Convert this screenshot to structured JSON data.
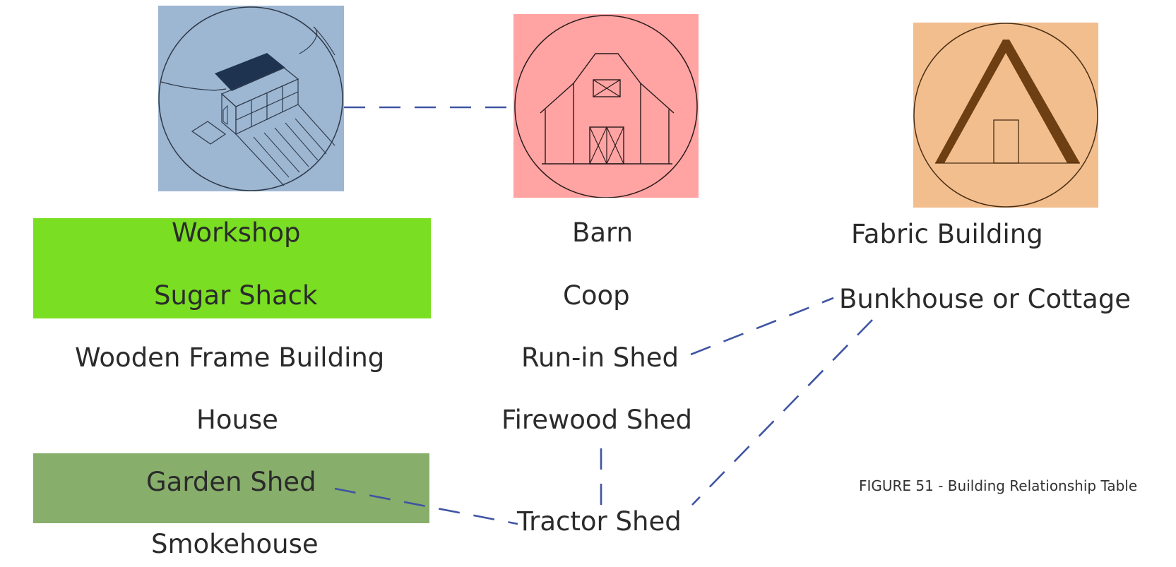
{
  "colors": {
    "workshop_tile": "#9db6d2",
    "barn_tile": "#ffa3a3",
    "fabric_tile": "#f2be8e",
    "highlight_bright_green": "#7adf22",
    "highlight_sage_green": "#87ae6a",
    "connector": "#3f54a3",
    "text": "#2b2b2b"
  },
  "icons": [
    "workshop-building-icon",
    "barn-icon",
    "a-frame-icon"
  ],
  "left_column": [
    {
      "label": "Workshop",
      "highlight": "bright-green"
    },
    {
      "label": "Sugar Shack",
      "highlight": "bright-green"
    },
    {
      "label": "Wooden Frame Building"
    },
    {
      "label": "House"
    },
    {
      "label": "Garden Shed",
      "highlight": "sage-green"
    },
    {
      "label": "Smokehouse"
    }
  ],
  "middle_column": [
    {
      "label": "Barn"
    },
    {
      "label": "Coop"
    },
    {
      "label": "Run-in Shed"
    },
    {
      "label": "Firewood Shed"
    },
    {
      "label": "Tractor Shed"
    }
  ],
  "right_column": [
    {
      "label": "Fabric Building"
    },
    {
      "label": "Bunkhouse or Cottage"
    }
  ],
  "connections": [
    [
      "Workshop",
      "Barn"
    ],
    [
      "Run-in Shed",
      "Bunkhouse or Cottage"
    ],
    [
      "Bunkhouse or Cottage",
      "Tractor Shed"
    ],
    [
      "Firewood Shed",
      "Tractor Shed"
    ],
    [
      "Garden Shed",
      "Tractor Shed"
    ]
  ],
  "caption": "FIGURE 51 - Building Relationship Table"
}
